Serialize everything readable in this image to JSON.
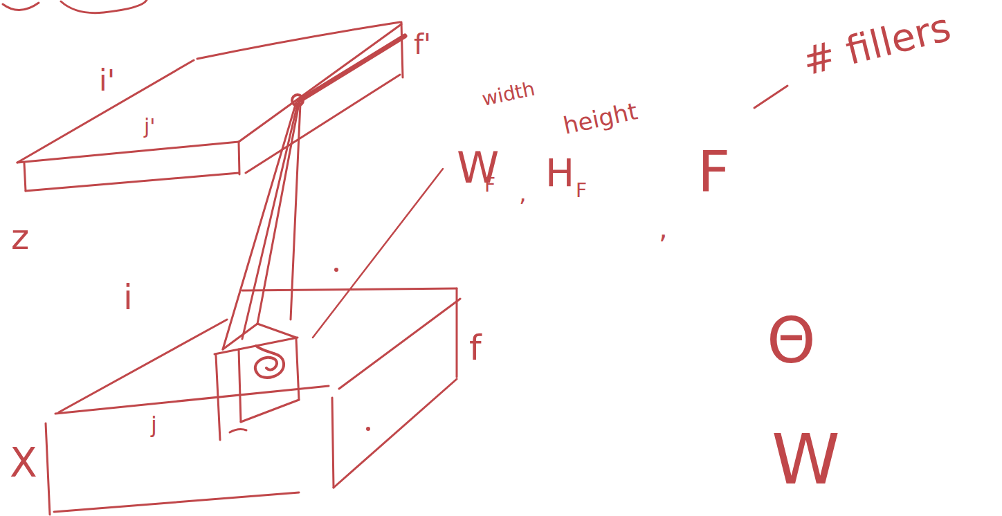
{
  "diagram": {
    "labels": [
      "i'",
      "j'",
      "f'",
      "width",
      "height",
      "W",
      "F",
      ",",
      "H",
      "F",
      ",",
      "F",
      "# fillers",
      "z",
      "i",
      "j",
      "f",
      "X",
      "Θ",
      "W"
    ]
  }
}
